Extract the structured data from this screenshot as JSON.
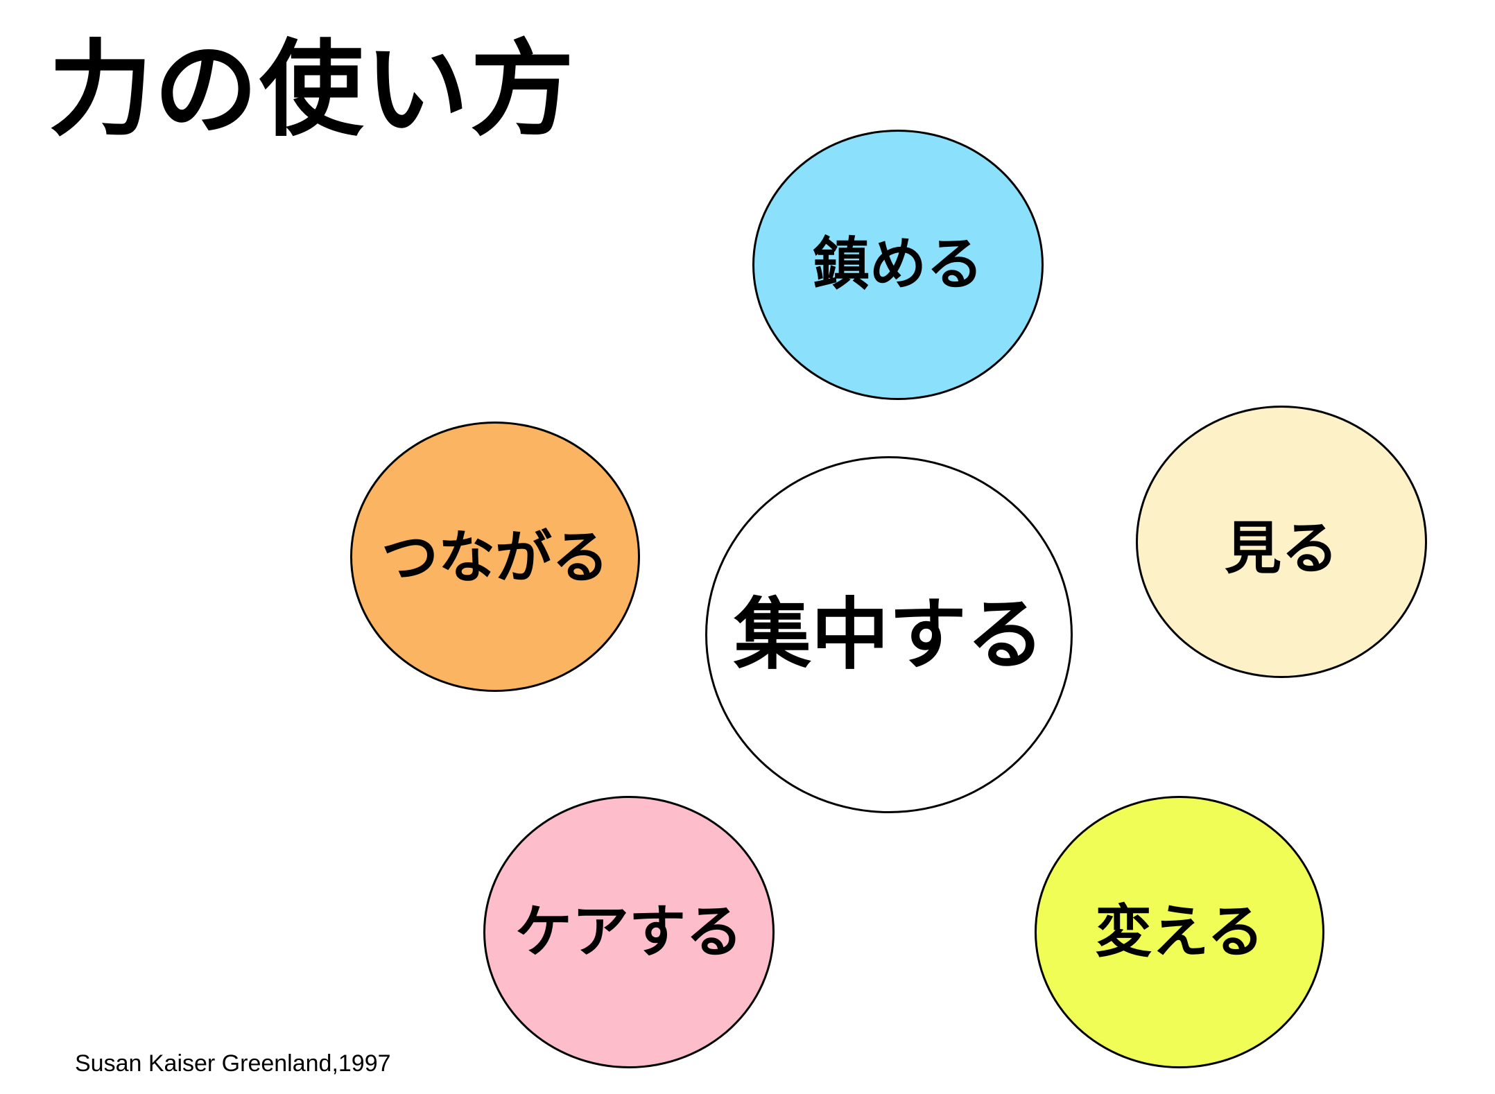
{
  "title": "力の使い方",
  "bubbles": {
    "center": {
      "label": "集中する",
      "color": "#ffffff"
    },
    "top": {
      "label": "鎮める",
      "color": "#8be0fb"
    },
    "left": {
      "label": "つながる",
      "color": "#fbb462"
    },
    "right": {
      "label": "見る",
      "color": "#fdf1c8"
    },
    "bottom_left": {
      "label": "ケアする",
      "color": "#fdbdcb"
    },
    "bottom_right": {
      "label": "変える",
      "color": "#f0fd57"
    }
  },
  "credit": "Susan Kaiser Greenland,1997"
}
